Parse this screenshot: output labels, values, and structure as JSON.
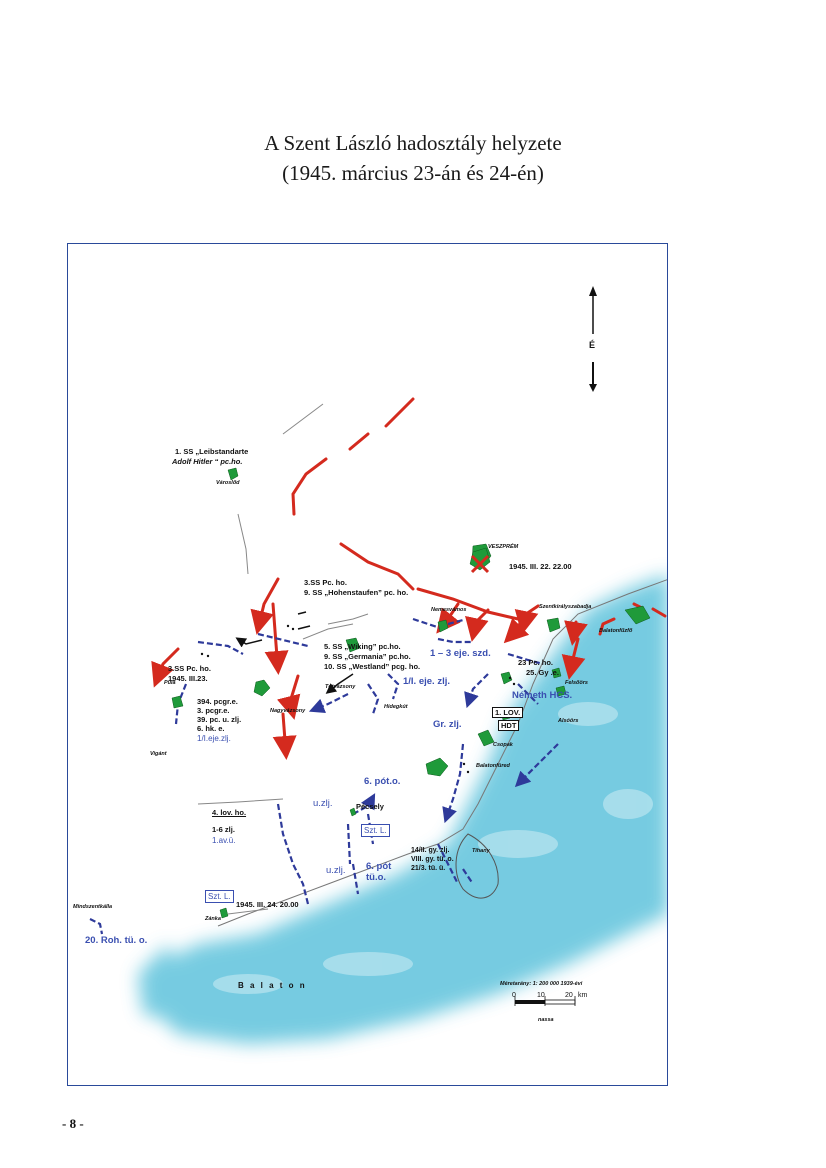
{
  "title": {
    "line1": "A Szent László hadosztály helyzete",
    "line2": "(1945. március 23-án és 24-én)"
  },
  "map": {
    "north_label": "É",
    "lake_label": "B a l a t o n",
    "scale": {
      "caption": "Méretarány: 1: 200 000  1939-évi",
      "ticks": [
        "0",
        "10",
        "20"
      ],
      "unit": "km",
      "subcaption": "nassa"
    },
    "places": {
      "varoslod": "Városlőd",
      "veszprem": "VESZPRÉM",
      "nemesvamos": "Nemesvámos",
      "szentkiraly": "Szentkirályszabadja",
      "balatonfuzfo": "Balatonfűzfő",
      "felsoors": "Felsőörs",
      "alsoors": "Alsóörs",
      "tothvazsony": "Tótvázsony",
      "hidegkut": "Hidegkút",
      "pula": "Pula",
      "nagyvazsony": "Nagyvázsony",
      "vigantpetend": "Vigánt",
      "csopak": "Csopak",
      "balatonfured": "Balatonfüred",
      "pecsely": "Pécsely",
      "tihany": "Tihany",
      "zanka": "Zánka",
      "mindszentkalla": "Mindszentkálla"
    },
    "units": {
      "lss_1": "1. SS „Leibstandarte",
      "lss_2": "Adolf Hitler “  pc.ho.",
      "ss3_a": "3.SS Pc. ho.",
      "ss3_b": "9. SS „Hohenstaufen” pc. ho.",
      "veszprem_date": "1945. III. 22. 22.00",
      "wiking_1": "5. SS „Wiking” pc.ho.",
      "wiking_2": "9. SS „Germania” pc.ho.",
      "wiking_3": "10. SS „Westland” pcg. ho.",
      "ss3c_1": "3.SS Pc. ho.",
      "ss3c_2": "1945. III.23.",
      "eje_szd": "1 – 3 eje. szd.",
      "pc23_1": "23  Pc. ho.",
      "pc23_2": "25. Gy .e.",
      "nemeth": "Németh HCS.",
      "eje_zlj": "1/I. eje. zlj.",
      "grp_394_1": "394. pcgr.e.",
      "grp_394_2": "3. pcgr.e.",
      "grp_394_3": "39. pc. u. zlj.",
      "grp_394_4": "6. hk. e.",
      "grp_394_5": "1/I.eje.zlj.",
      "lov1": "1. LOV.",
      "hdt": "HDT",
      "gr_zlj": "Gr. zlj.",
      "pot6a": "6. pót.o.",
      "uzlj_a": "u.zlj.",
      "lov4": "4. lov. ho.",
      "zlj16_1": "1-6 zlj.",
      "zlj16_2": "1.av.ü.",
      "sztl_a": "Szt. L.",
      "tihany_1": "14/II. gy. zlj.",
      "tihany_2": "VIII. gy. tü. o.",
      "tihany_3": "21/3. tü. ü.",
      "uzlj_b": "u.zlj.",
      "pot6b_1": "6. pót",
      "pot6b_2": "tü.o.",
      "sztl_b": "Szt. L.",
      "date_24": "1945. III. 24. 20.00",
      "roh20": "20. Roh. tü. o."
    },
    "colors": {
      "water": "#5ec3dc",
      "soviet_arrows": "#d42a1e",
      "hungarian_front": "#2e3a9a",
      "forest": "#1f9a3a",
      "roads": "#777777"
    }
  },
  "page_number": "- 8 -"
}
